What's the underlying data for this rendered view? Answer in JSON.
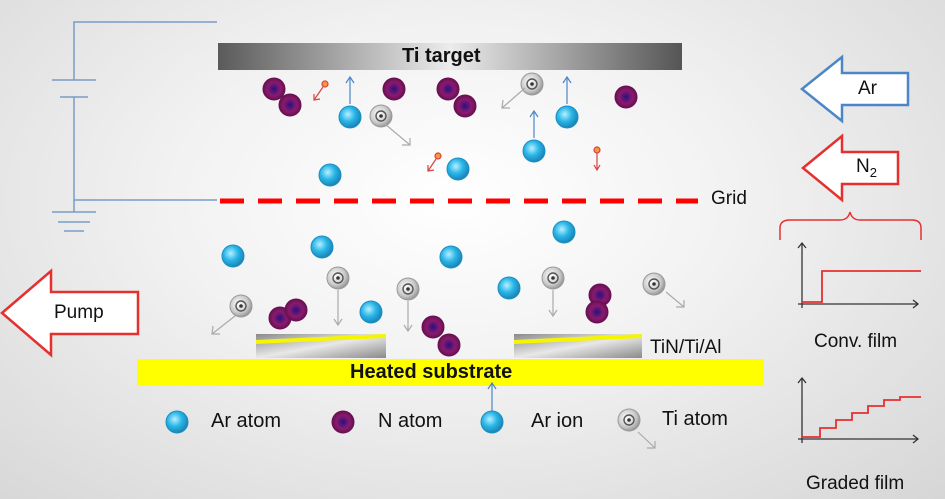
{
  "labels": {
    "target": "Ti target",
    "grid": "Grid",
    "substrate": "Heated substrate",
    "layer": "TiN/Ti/Al",
    "pump": "Pump",
    "ar_gas": "Ar",
    "n2_gas": "N",
    "n2_sub": "2",
    "conv_film": "Conv. film",
    "graded_film": "Graded film"
  },
  "legend": [
    {
      "key": "ar_atom",
      "label": "Ar atom"
    },
    {
      "key": "n_atom",
      "label": "N atom"
    },
    {
      "key": "ar_ion",
      "label": "Ar ion"
    },
    {
      "key": "ti_atom",
      "label": "Ti atom"
    }
  ],
  "colors": {
    "ar_atom": "#29b6e8",
    "n_atom": "#8b1a6e",
    "ti_atom": "#bdbdbd",
    "substrate": "#ffff00",
    "grid": "#ff0000",
    "ar_arrow": "#4a86c8",
    "n2_arrow": "#e53030",
    "pump_arrow": "#e53030",
    "circuit": "#7a9cc6"
  }
}
